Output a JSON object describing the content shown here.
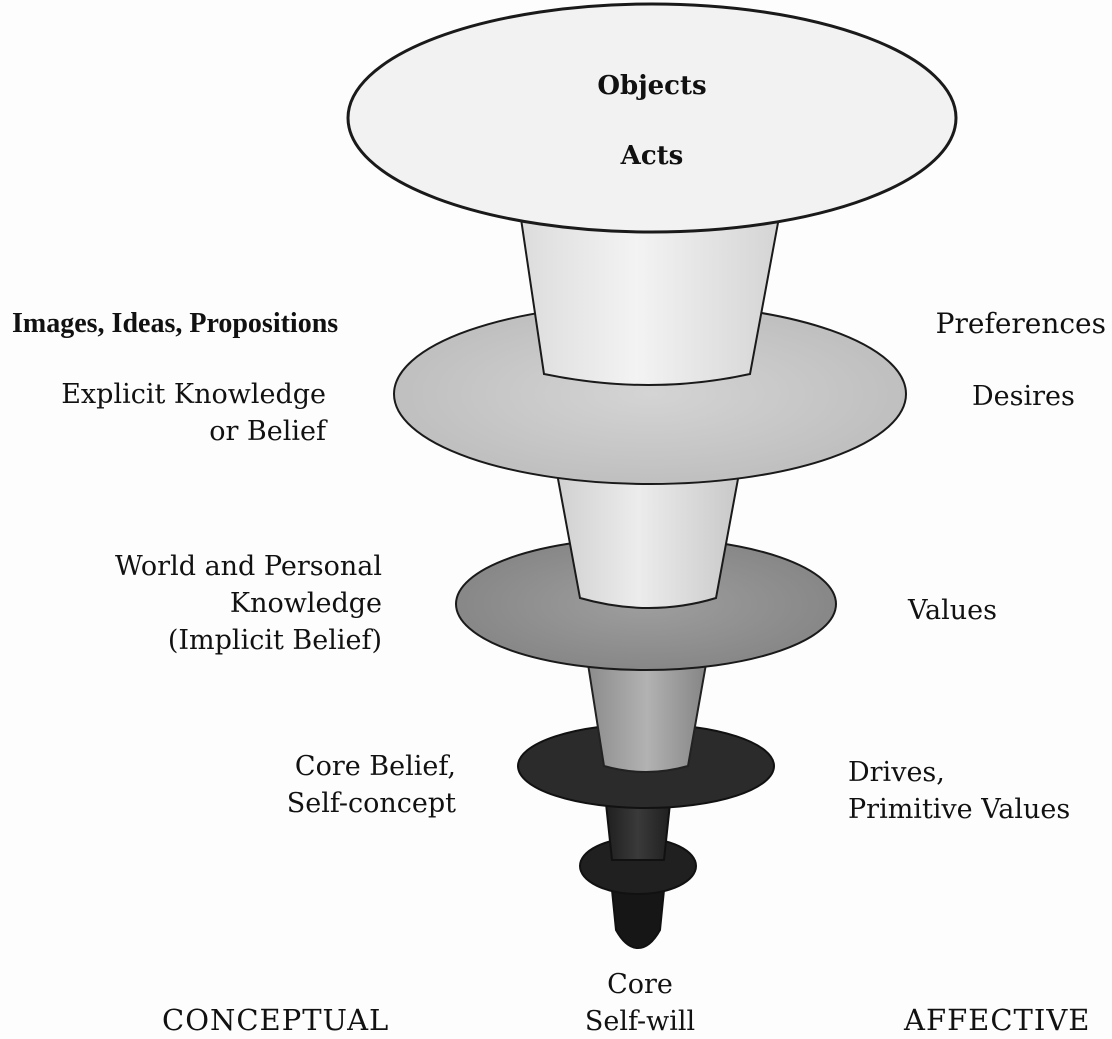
{
  "diagram": {
    "top_ellipse": {
      "line1": "Objects",
      "line2": "Acts"
    },
    "left_labels": {
      "images_ideas": "Images, Ideas, Propositions",
      "explicit_knowledge": [
        "Explicit Knowledge",
        "or Belief"
      ],
      "world_personal": [
        "World and Personal",
        "Knowledge",
        "(Implicit Belief)"
      ],
      "core_belief": [
        "Core Belief,",
        "Self-concept"
      ]
    },
    "right_labels": {
      "preferences": "Preferences",
      "desires": "Desires",
      "values": "Values",
      "drives": [
        "Drives,",
        "Primitive Values"
      ]
    },
    "bottom_labels": {
      "conceptual": "CONCEPTUAL",
      "core": [
        "Core",
        "Self-will"
      ],
      "affective": "AFFECTIVE"
    },
    "colors": {
      "ellipse_top": "#f1f1f1",
      "disc_1": "#c6c6c6",
      "disc_2": "#8f8f8f",
      "disc_3": "#2a2a2a",
      "disc_4": "#1a1a1a",
      "outline": "#1a1a1a"
    }
  }
}
